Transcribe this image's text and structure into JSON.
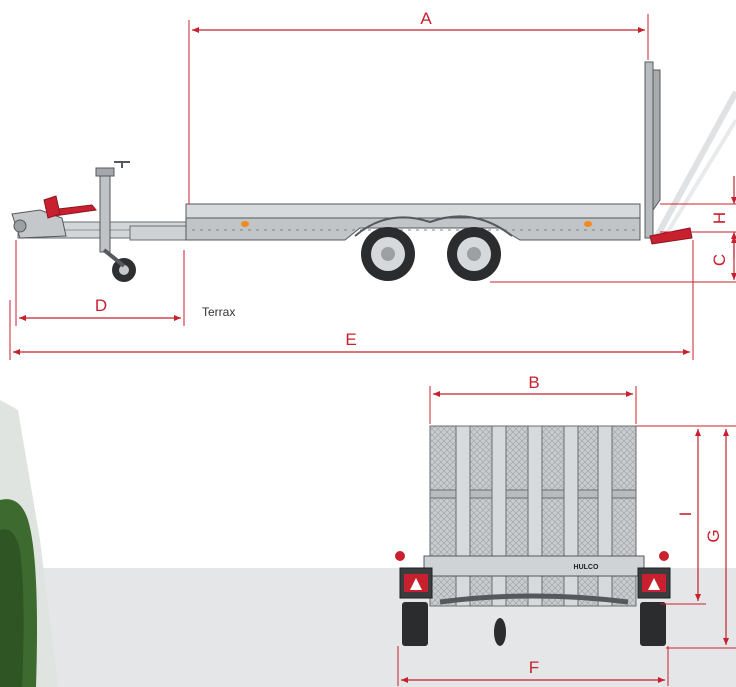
{
  "model_name": "Terrax",
  "brand_text": "HULCO",
  "colors": {
    "dimension": "#c8202e",
    "frame": "#b9bcbf",
    "frame_dark": "#55585c",
    "background_band": "#e4e6e8",
    "foliage": "#3d6b2f"
  },
  "dimensions": {
    "A": "A",
    "B": "B",
    "C": "C",
    "D": "D",
    "E": "E",
    "F": "F",
    "G": "G",
    "H": "H",
    "I": "I"
  },
  "icons": {
    "side_view": "trailer-side-view-icon",
    "rear_view": "trailer-rear-view-icon"
  }
}
